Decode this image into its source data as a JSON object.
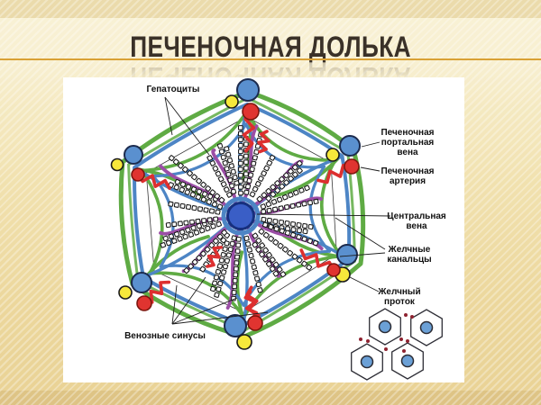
{
  "slide": {
    "title": "ПЕЧЕНОЧНАЯ ДОЛЬКА"
  },
  "diagram": {
    "labels": {
      "hepatocytes": "Гепатоциты",
      "portal_vein": [
        "Печеночная",
        "портальная",
        "вена"
      ],
      "hepatic_artery": [
        "Печеночная",
        "артерия"
      ],
      "central_vein": [
        "Центральная",
        "вена"
      ],
      "bile_canaliculi": [
        "Желчные",
        "канальцы"
      ],
      "bile_duct": [
        "Желчный",
        "проток"
      ],
      "venous_sinuses": "Венозные синусы"
    },
    "colors": {
      "lobule_border_green": "#5fab44",
      "sinusoid_blue": "#4d85c5",
      "bile_purple": "#9b4ea6",
      "artery_red": "#dd2f2f",
      "portal_vein_fill": "#5a90cf",
      "bile_duct_fill": "#f7e83b",
      "artery_fill": "#e03430",
      "central_vein_fill": "#3a5ec6",
      "hepatocyte_fill": "#ffffff",
      "hepatocyte_stroke": "#151515",
      "adjacent_lobule_vein_fill": "#6ba0d6",
      "corner_dot_maroon": "#8e2230",
      "label_color": "#111111",
      "title_color": "#3a3128",
      "accent_line": "#d9a135",
      "background_tan": "#f0e0ab",
      "panel_white": "#ffffff"
    }
  }
}
